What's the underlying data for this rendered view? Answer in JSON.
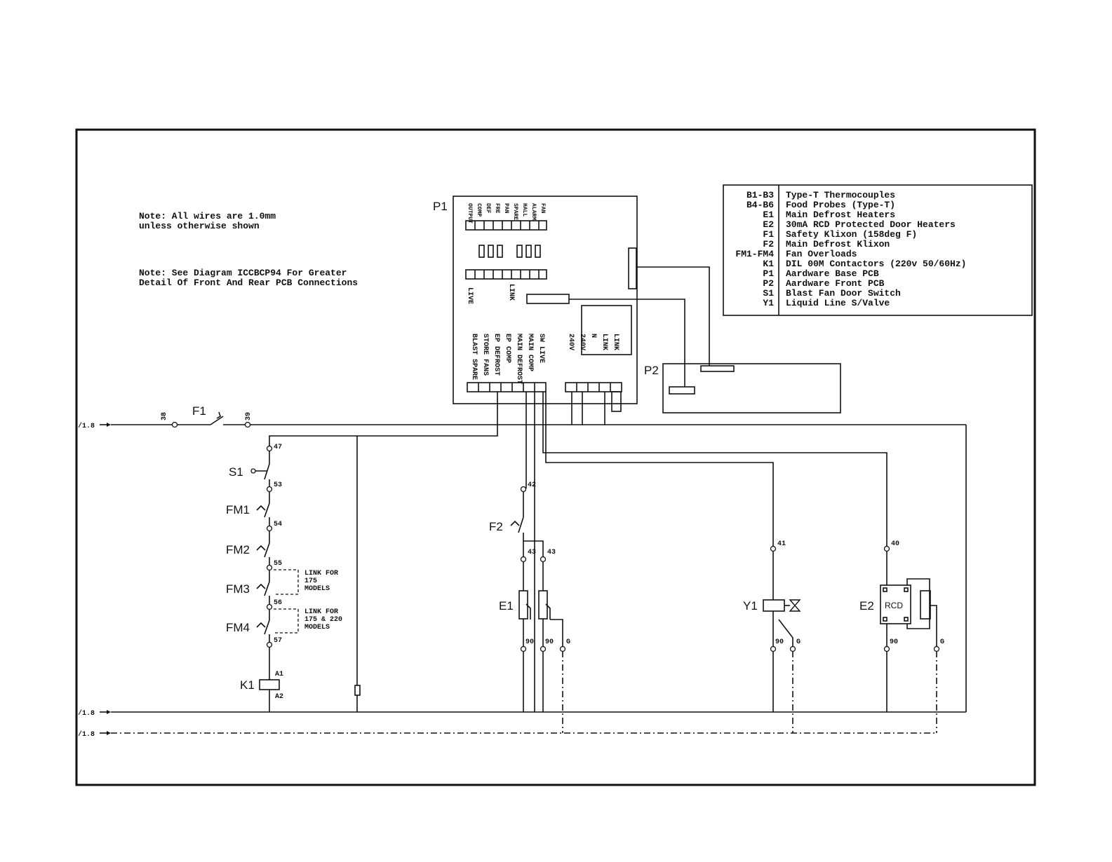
{
  "notes": {
    "note1_line1": "Note: All wires are 1.0mm",
    "note1_line2": "unless otherwise shown",
    "note2_line1": "Note: See Diagram ICCBCP94 For Greater",
    "note2_line2": "Detail Of Front And Rear PCB Connections"
  },
  "components": {
    "p1": "P1",
    "p2": "P2",
    "f1": "F1",
    "f2": "F2",
    "s1": "S1",
    "fm1": "FM1",
    "fm2": "FM2",
    "fm3": "FM3",
    "fm4": "FM4",
    "k1": "K1",
    "e1": "E1",
    "e2": "E2",
    "y1": "Y1",
    "rcd": "RCD"
  },
  "rails": {
    "in1": "/1.8",
    "in2": "/1.8",
    "in3": "/1.8"
  },
  "terminals": {
    "t38": "38",
    "t39": "39",
    "t47": "47",
    "t53": "53",
    "t54": "54",
    "t55": "55",
    "t56": "56",
    "t57": "57",
    "a1": "A1",
    "a2": "A2",
    "t42": "42",
    "t43a": "43",
    "t43b": "43",
    "t41": "41",
    "t40": "40",
    "e1_90a": "90",
    "e1_90b": "90",
    "e1_g": "G",
    "y1_90": "90",
    "y1_g": "G",
    "e2_90": "90",
    "e2_g": "G"
  },
  "links": {
    "link1_l1": "LINK FOR",
    "link1_l2": "175",
    "link1_l3": "MODELS",
    "link2_l1": "LINK FOR",
    "link2_l2": "175 & 220",
    "link2_l3": "MODELS"
  },
  "p1_labels": {
    "bottom": [
      "BLAST SPARE",
      "STORE FANS",
      "EP DEFROST",
      "EP COMP",
      "MAIN DEFROST",
      "MAIN COMP",
      "SW LIVE",
      "240V",
      "240V",
      "N",
      "LINK",
      "LINK"
    ],
    "top": [
      "OUTPUT",
      "COMP",
      "DEF",
      "FRE",
      "PAN",
      "SPARE",
      "HALL",
      "ALARM",
      "FAN"
    ],
    "side_left": "LIVE",
    "side_mid": "LINK"
  },
  "key": [
    {
      "code": "B1-B3",
      "desc": "Type-T Thermocouples"
    },
    {
      "code": "B4-B6",
      "desc": "Food Probes (Type-T)"
    },
    {
      "code": "E1",
      "desc": "Main Defrost Heaters"
    },
    {
      "code": "E2",
      "desc": "30mA RCD Protected Door Heaters"
    },
    {
      "code": "F1",
      "desc": "Safety Klixon (158deg F)"
    },
    {
      "code": "F2",
      "desc": "Main Defrost Klixon"
    },
    {
      "code": "FM1-FM4",
      "desc": "Fan Overloads"
    },
    {
      "code": "K1",
      "desc": "DIL 00M Contactors (220v 50/60Hz)"
    },
    {
      "code": "P1",
      "desc": "Aardware Base PCB"
    },
    {
      "code": "P2",
      "desc": "Aardware Front PCB"
    },
    {
      "code": "S1",
      "desc": "Blast Fan Door Switch"
    },
    {
      "code": "Y1",
      "desc": "Liquid Line S/Valve"
    }
  ]
}
